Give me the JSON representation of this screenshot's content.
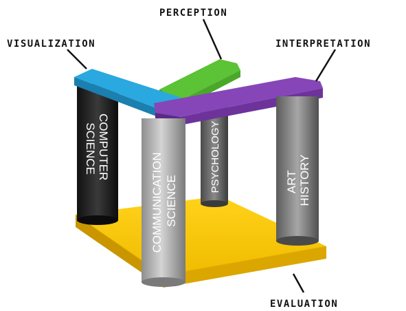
{
  "callouts": {
    "perception": "PERCEPTION",
    "visualization": "VISUALIZATION",
    "interpretation": "INTERPRETATION",
    "evaluation": "EVALUATION"
  },
  "pillars": {
    "computer_science": [
      "COMPUTER",
      "SCIENCE"
    ],
    "communication_science": [
      "COMMUNICATION",
      "SCIENCE"
    ],
    "psychology": [
      "PSYCHOLOGY"
    ],
    "art_history": [
      "ART",
      "HISTORY"
    ]
  },
  "colors": {
    "visualization_beam": "#2aa8e0",
    "perception_beam": "#5cc236",
    "interpretation_beam": "#7a3aa8",
    "evaluation_base": "#f2c200",
    "pillar_dark": "#1e1e1e",
    "pillar_light": "#b0b0b0",
    "pillar_mid": "#6e6e6e"
  }
}
